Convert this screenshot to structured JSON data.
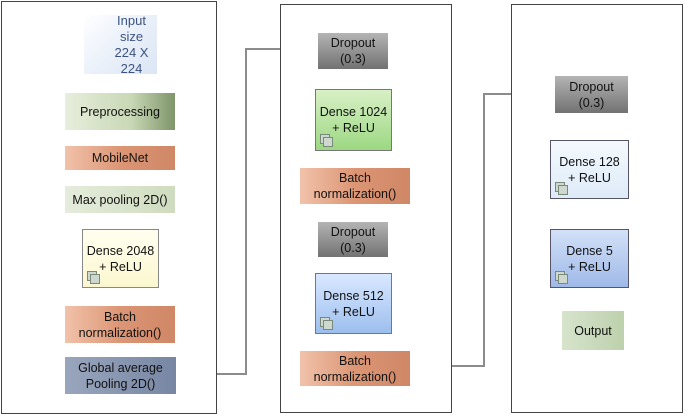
{
  "panel1": {
    "input": {
      "line1": "Input size",
      "line2": "224  X 224"
    },
    "preprocessing": "Preprocessing",
    "backbone": "MobileNet",
    "maxpool": "Max pooling 2D()",
    "dense": {
      "line1": "Dense 2048",
      "line2": "+ ReLU"
    },
    "batchnorm": {
      "line1": "Batch",
      "line2": "normalization()"
    },
    "gap": {
      "line1": "Global average",
      "line2": "Pooling 2D()"
    }
  },
  "panel2": {
    "dropout1": {
      "line1": "Dropout",
      "line2": "(0.3)"
    },
    "dense1": {
      "line1": "Dense 1024",
      "line2": "+ ReLU"
    },
    "batchnorm1": {
      "line1": "Batch",
      "line2": "normalization()"
    },
    "dropout2": {
      "line1": "Dropout",
      "line2": "(0.3)"
    },
    "dense2": {
      "line1": "Dense 512",
      "line2": "+ ReLU"
    },
    "batchnorm2": {
      "line1": "Batch",
      "line2": "normalization()"
    }
  },
  "panel3": {
    "dropout": {
      "line1": "Dropout",
      "line2": "(0.3)"
    },
    "dense1": {
      "line1": "Dense 128",
      "line2": "+ ReLU"
    },
    "dense2": {
      "line1": "Dense 5",
      "line2": "+ ReLU"
    },
    "output": "Output"
  },
  "colors": {
    "arrow": "#8c8c8c",
    "border": "#444444"
  }
}
